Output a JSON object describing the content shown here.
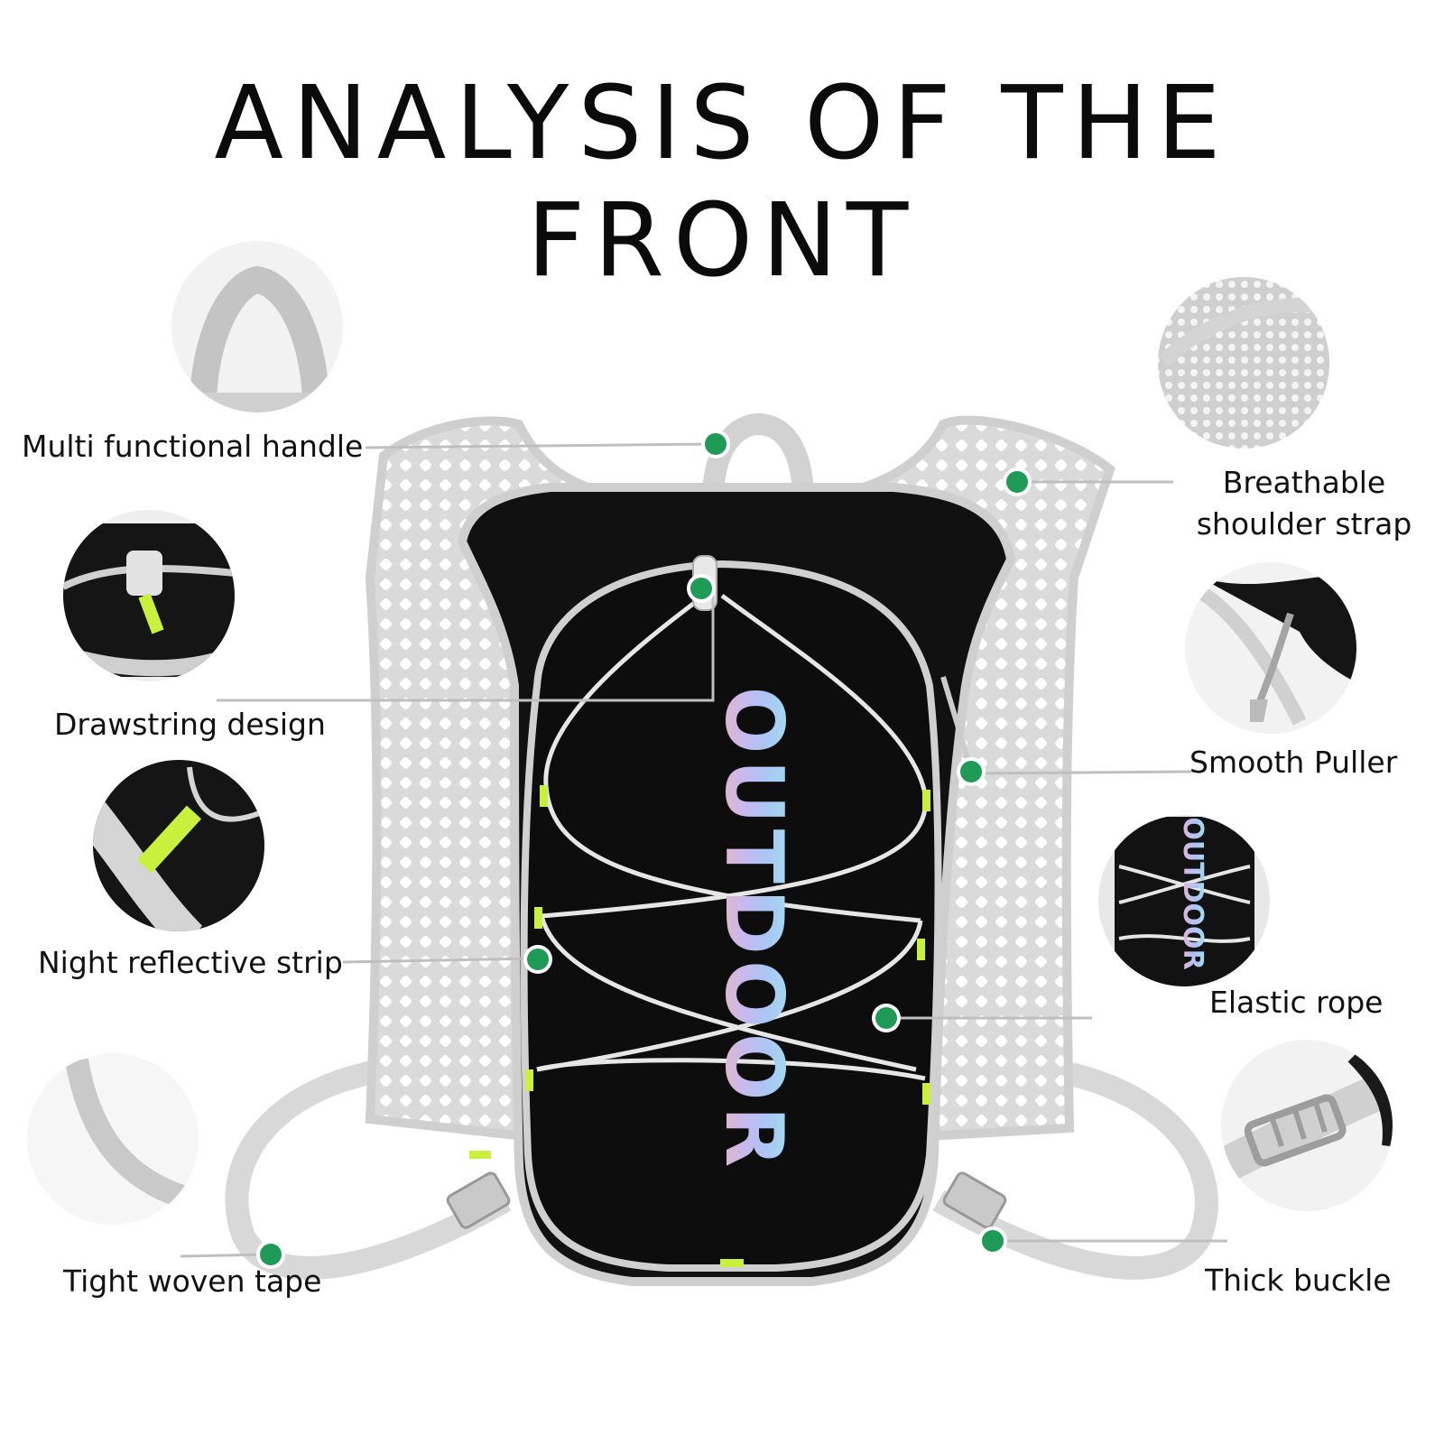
{
  "title": "ANALYSIS OF THE FRONT",
  "brand_text": "OUTDOOR",
  "colors": {
    "mesh": "#d6d6d6",
    "body": "#0f0f0f",
    "marker": "#1f9a57",
    "reflective": "#c8f03c",
    "leader": "#bfbfbf"
  },
  "features_left": [
    {
      "label": "Multi functional handle"
    },
    {
      "label": "Drawstring design"
    },
    {
      "label": "Night reflective strip"
    },
    {
      "label": "Tight woven tape"
    }
  ],
  "features_right": [
    {
      "label_line1": "Breathable",
      "label_line2": "shoulder strap"
    },
    {
      "label": "Smooth Puller"
    },
    {
      "label": "Elastic rope"
    },
    {
      "label": "Thick buckle"
    }
  ]
}
